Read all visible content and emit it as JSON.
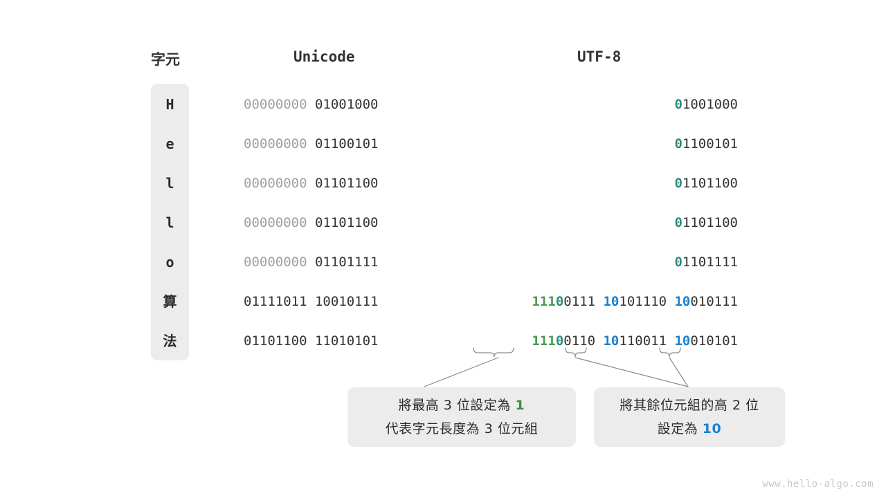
{
  "headers": {
    "character": "字元",
    "unicode": "Unicode",
    "utf8": "UTF-8"
  },
  "rows": [
    {
      "char": "H",
      "is_cjk": false,
      "unicode": {
        "byte1": "00000000",
        "byte2": "01001000"
      },
      "utf8": [
        {
          "prefix": "0",
          "prefix_color": "teal",
          "rest": "1001000"
        }
      ]
    },
    {
      "char": "e",
      "is_cjk": false,
      "unicode": {
        "byte1": "00000000",
        "byte2": "01100101"
      },
      "utf8": [
        {
          "prefix": "0",
          "prefix_color": "teal",
          "rest": "1100101"
        }
      ]
    },
    {
      "char": "l",
      "is_cjk": false,
      "unicode": {
        "byte1": "00000000",
        "byte2": "01101100"
      },
      "utf8": [
        {
          "prefix": "0",
          "prefix_color": "teal",
          "rest": "1101100"
        }
      ]
    },
    {
      "char": "l",
      "is_cjk": false,
      "unicode": {
        "byte1": "00000000",
        "byte2": "01101100"
      },
      "utf8": [
        {
          "prefix": "0",
          "prefix_color": "teal",
          "rest": "1101100"
        }
      ]
    },
    {
      "char": "o",
      "is_cjk": false,
      "unicode": {
        "byte1": "00000000",
        "byte2": "01101111"
      },
      "utf8": [
        {
          "prefix": "0",
          "prefix_color": "teal",
          "rest": "1101111"
        }
      ]
    },
    {
      "char": "算",
      "is_cjk": true,
      "unicode": {
        "byte1": "01111011",
        "byte2": "10010111"
      },
      "utf8": [
        {
          "prefix": "111",
          "prefix_color": "green",
          "prefix2": "0",
          "prefix2_color": "teal",
          "rest": "0111"
        },
        {
          "prefix": "10",
          "prefix_color": "blue",
          "rest": "101110"
        },
        {
          "prefix": "10",
          "prefix_color": "blue",
          "rest": "010111"
        }
      ]
    },
    {
      "char": "法",
      "is_cjk": true,
      "unicode": {
        "byte1": "01101100",
        "byte2": "11010101"
      },
      "utf8": [
        {
          "prefix": "111",
          "prefix_color": "green",
          "prefix2": "0",
          "prefix2_color": "teal",
          "rest": "0110"
        },
        {
          "prefix": "10",
          "prefix_color": "blue",
          "rest": "110011"
        },
        {
          "prefix": "10",
          "prefix_color": "blue",
          "rest": "010101"
        }
      ]
    }
  ],
  "annotations": {
    "left": {
      "line1_a": "將最高 3 位設定為 ",
      "line1_em": "1",
      "line2": "代表字元長度為 3 位元組"
    },
    "right": {
      "line1": "將其餘位元組的高 2 位",
      "line2_a": "設定為 ",
      "line2_em": "10"
    }
  },
  "watermark": "www.hello-algo.com",
  "colors": {
    "teal": "#2e8b7f",
    "green": "#469b4f",
    "blue": "#1b81cd",
    "dim": "#a0a0a0",
    "dark": "#333333",
    "chip_bg": "#ececec"
  }
}
